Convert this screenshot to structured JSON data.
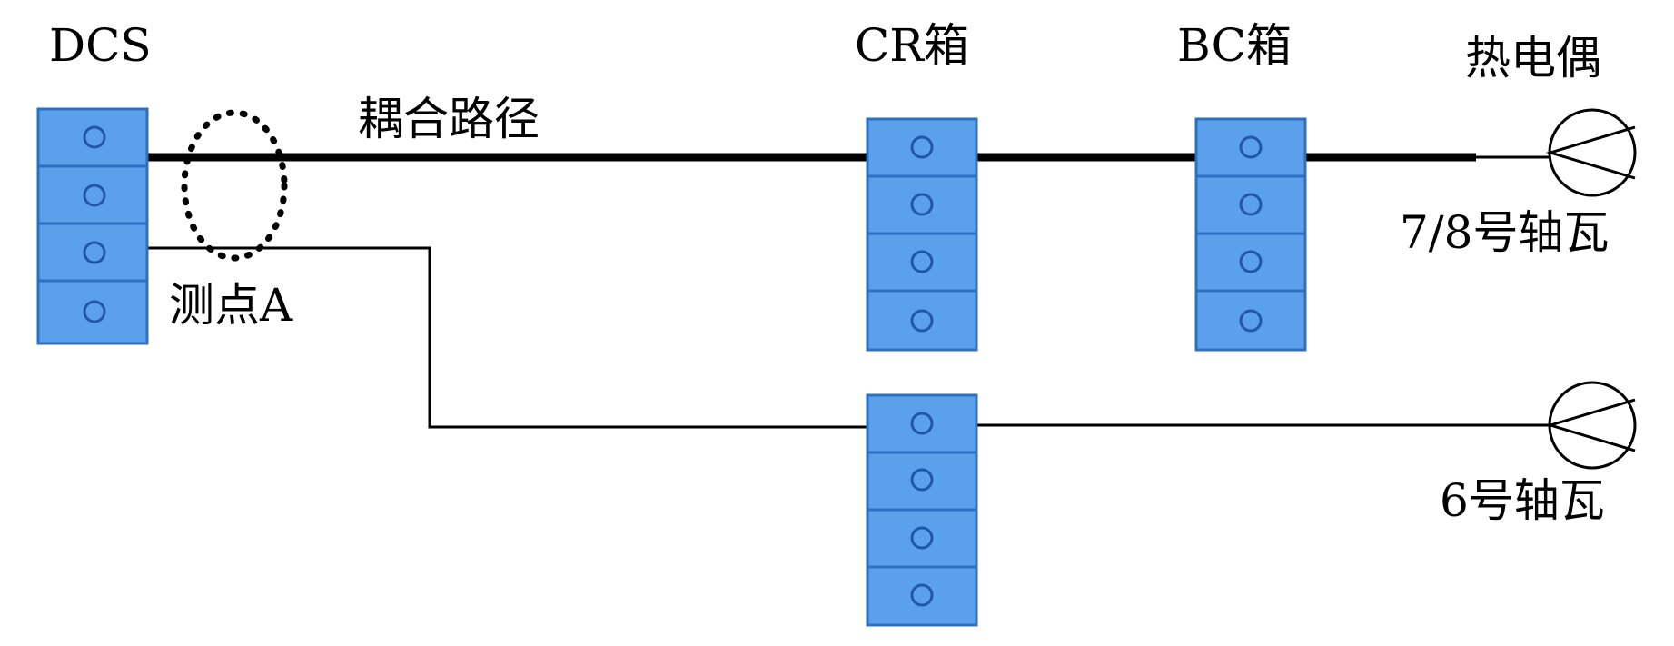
{
  "labels": {
    "dcs": "DCS",
    "cr_box": "CR箱",
    "bc_box": "BC箱",
    "thermocouple": "热电偶",
    "coupling_path": "耦合路径",
    "point_a": "测点A",
    "bearing_78": "7/8号轴瓦",
    "bearing_6": "6号轴瓦"
  },
  "icons": {
    "terminal_hole": "circle-terminal-icon",
    "sensor": "thermocouple-sensor-icon"
  },
  "colors": {
    "terminal_fill": "#5aa0ea",
    "terminal_stroke": "#2d6fc0",
    "wire": "#000000"
  }
}
